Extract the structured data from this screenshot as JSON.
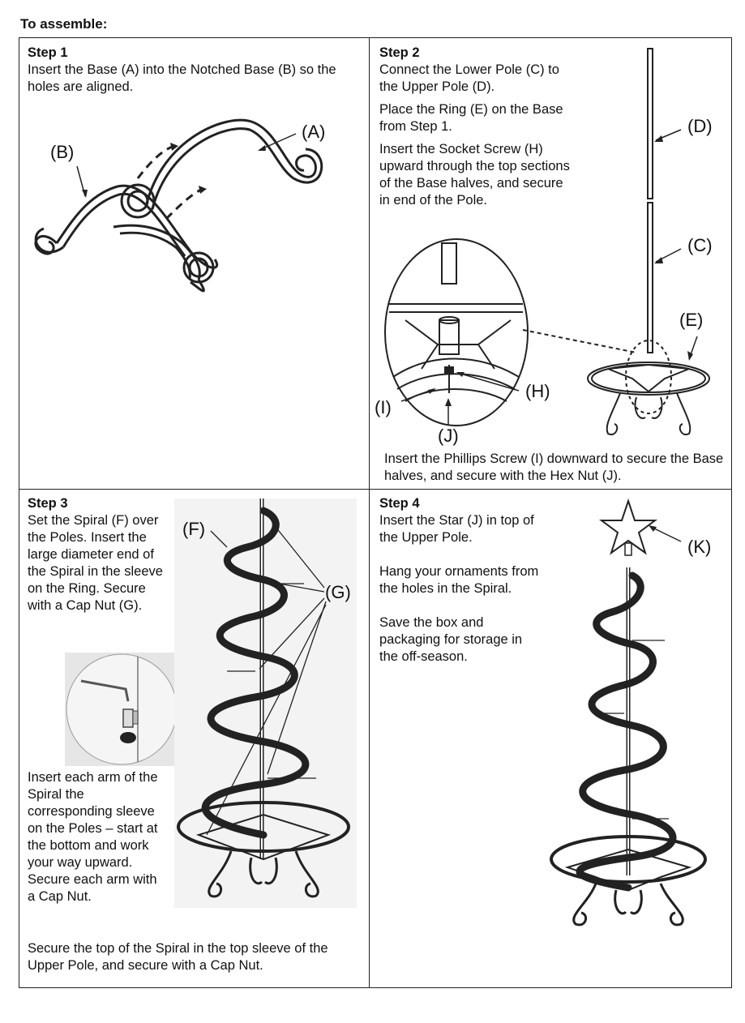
{
  "heading": "To assemble:",
  "step1": {
    "title": "Step 1",
    "text": "Insert the Base (A) into the Notched Base (B) so the holes are aligned.",
    "label_a": "(A)",
    "label_b": "(B)"
  },
  "step2": {
    "title": "Step 2",
    "p1": "Connect the Lower Pole (C) to the Upper Pole (D).",
    "p2": "Place the Ring (E) on the Base from Step 1.",
    "p3": "Insert the Socket Screw (H) upward through the top sections of the Base halves, and secure in end of the Pole.",
    "p4": "Insert the Phillips Screw (I) downward to secure the Base halves, and secure with the Hex Nut (J).",
    "label_d": "(D)",
    "label_c": "(C)",
    "label_e": "(E)",
    "label_h": "(H)",
    "label_i": "(I)",
    "label_j": "(J)"
  },
  "step3": {
    "title": "Step 3",
    "p1": "Set the Spiral (F) over the Poles. Insert the large diameter end of the Spiral in the sleeve on the Ring. Secure with a Cap Nut (G).",
    "p2": "Insert each arm of the Spiral the corresponding sleeve on the Poles – start at the bottom and work your way upward. Secure each arm with a Cap Nut.",
    "p3": "Secure the top of the Spiral in the top sleeve of the Upper Pole, and secure with a Cap Nut.",
    "label_f": "(F)",
    "label_g": "(G)"
  },
  "step4": {
    "title": "Step 4",
    "p1": "Insert the Star (J) in top of the Upper Pole.",
    "p2": "Hang your ornaments from the holes in the Spiral.",
    "p3": "Save the box and packaging for storage in the off-season.",
    "label_k": "(K)"
  }
}
